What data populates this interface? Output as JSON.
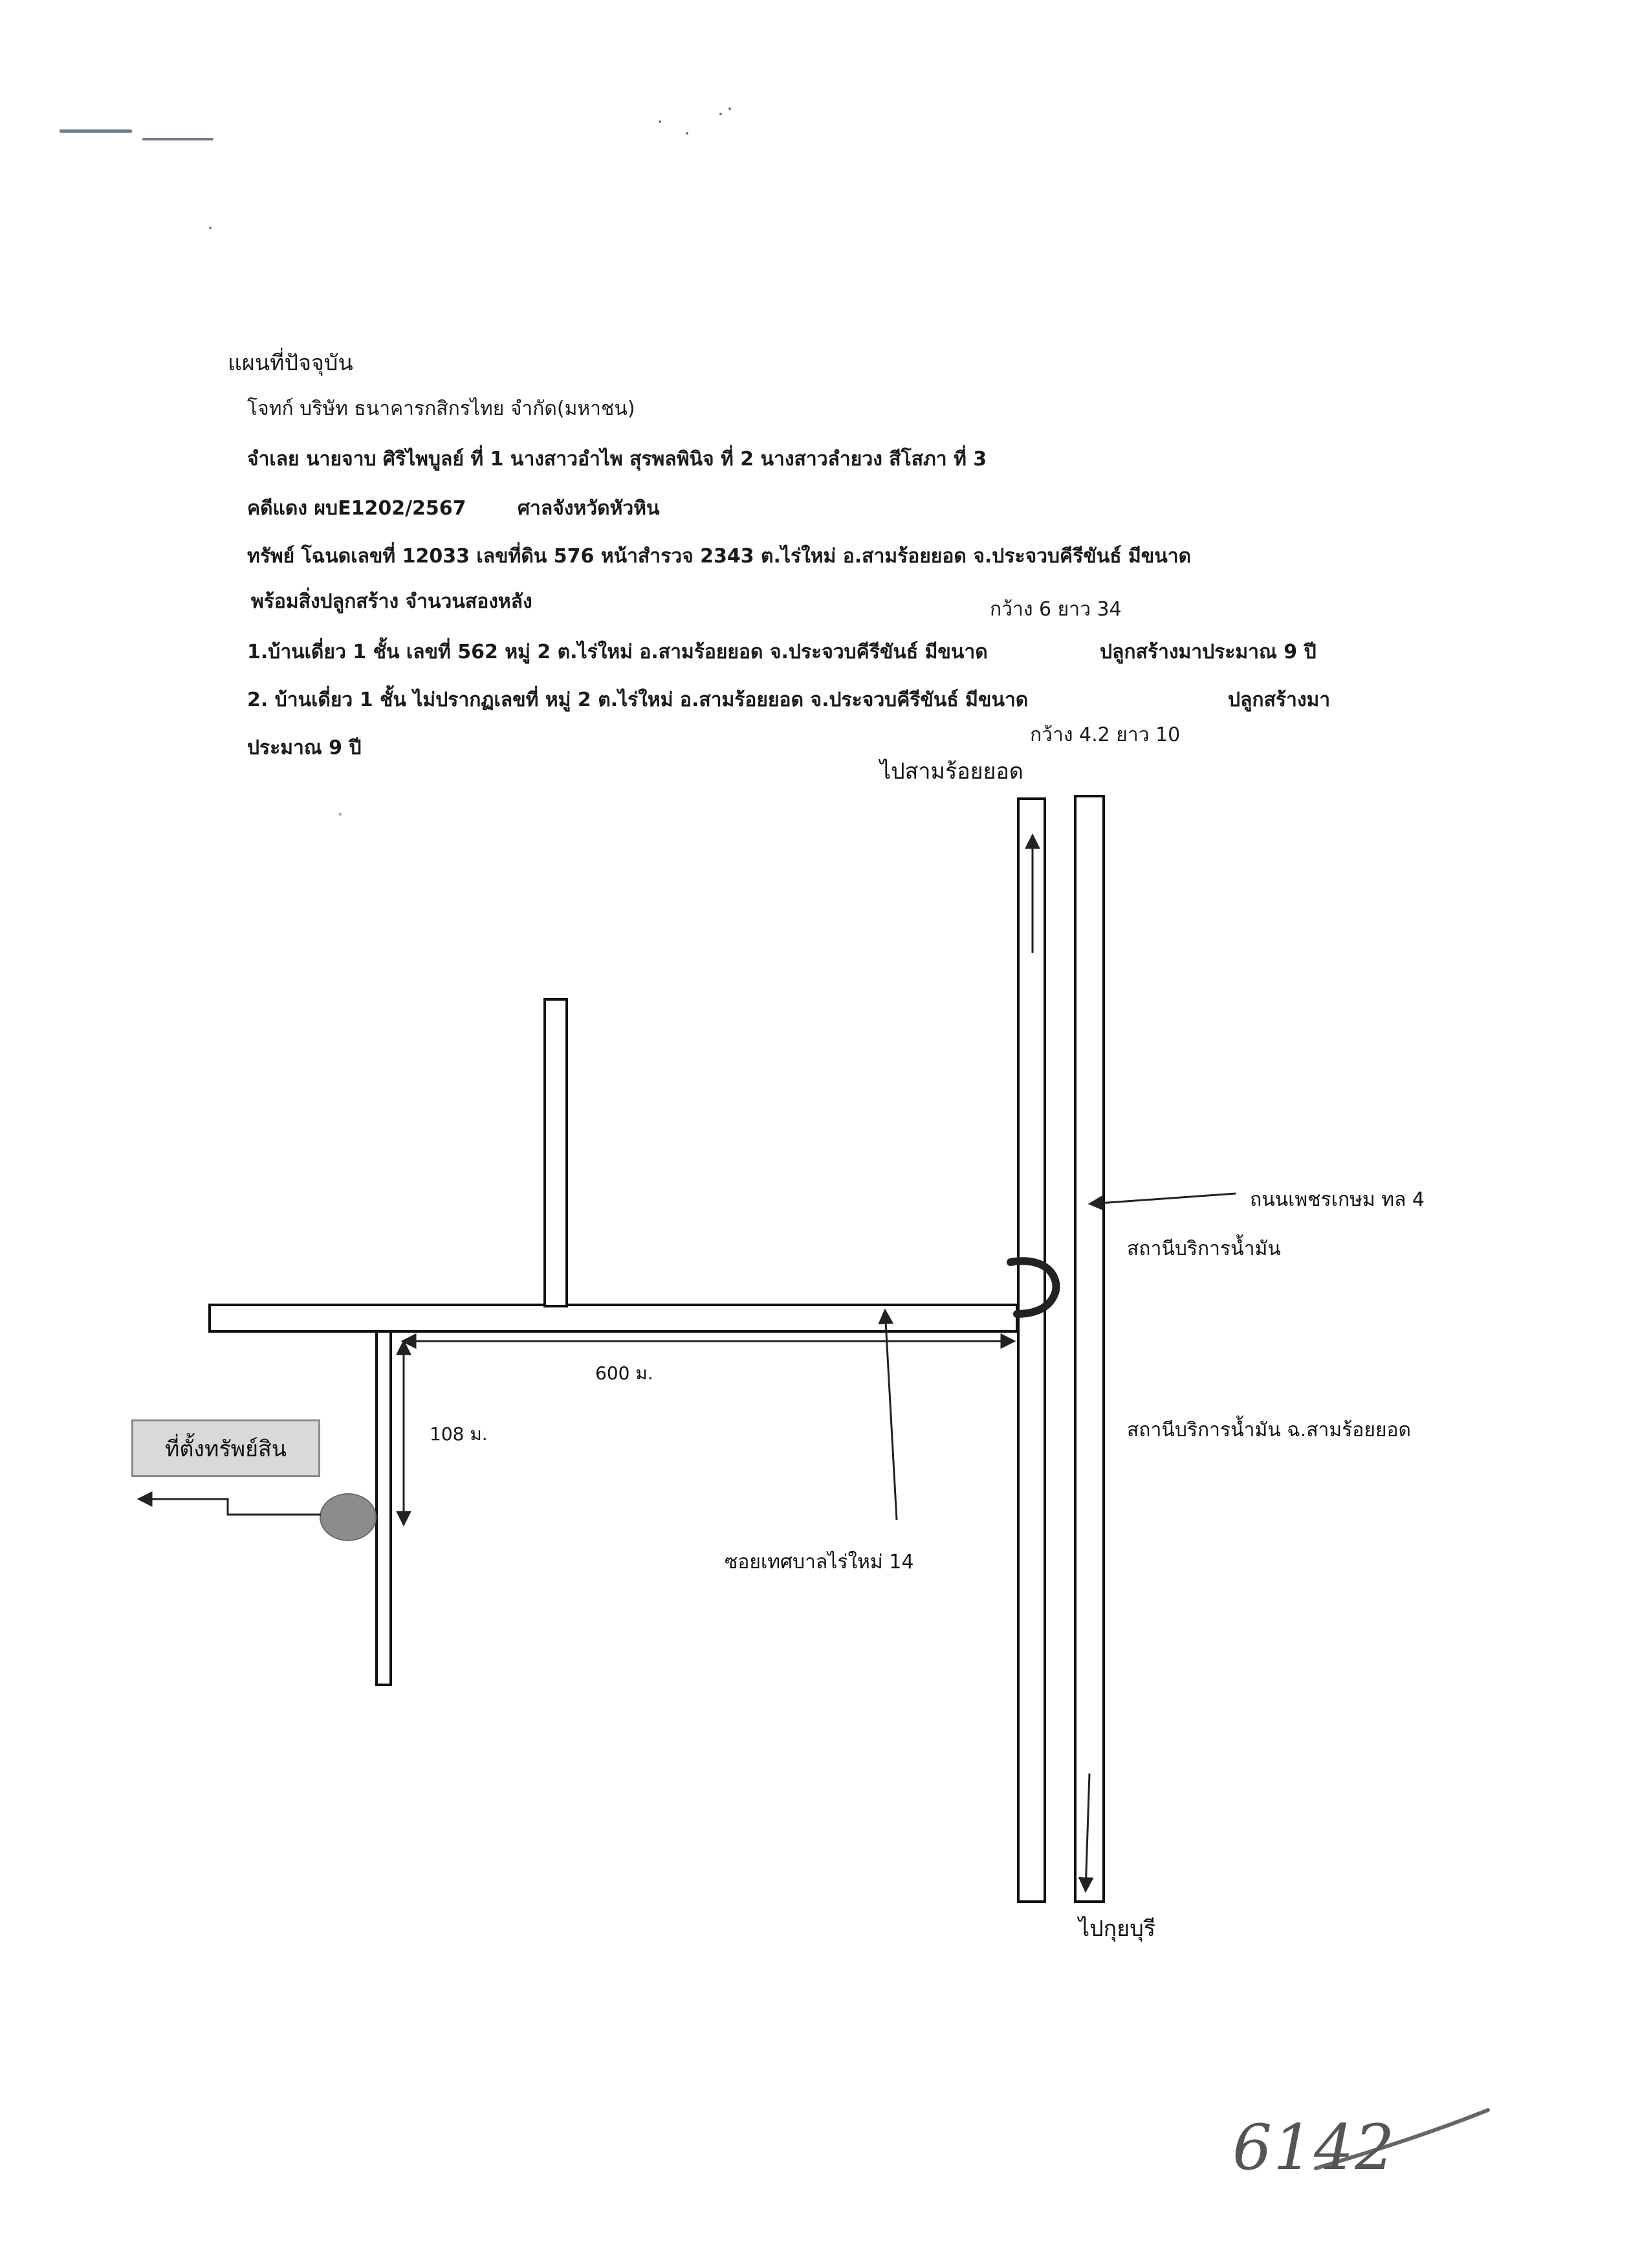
{
  "header": {
    "title": "แผนที่ปัจจุบัน",
    "plaintiff": "โจทก์ บริษัท ธนาคารกสิกรไทย  จำกัด(มหาชน)",
    "defendants": "จำเลย นายจาบ ศิริไพบูลย์ ที่ 1 นางสาวอำไพ สุรพลพินิจ ที่ 2 นางสาวลำยวง สีโสภา ที่ 3",
    "case_no": "คดีแดง ผบE1202/2567",
    "court": "ศาลจังหวัดหัวหิน",
    "property": "ทรัพย์ โฉนดเลขที่ 12033 เลขที่ดิน 576 หน้าสำรวจ 2343  ต.ไร่ใหม่ อ.สามร้อยยอด จ.ประจวบคีรีขันธ์ มีขนาด",
    "buildings": "พร้อมสิ่งปลูกสร้าง  จำนวนสองหลัง",
    "size_1": "กว้าง 6 ยาว 34",
    "house_1": "1.บ้านเดี่ยว 1 ชั้น  เลขที่ 562 หมู่ 2 ต.ไร่ใหม่ อ.สามร้อยยอด จ.ประจวบคีรีขันธ์ มีขนาด",
    "house_1_age": "ปลูกสร้างมาประมาณ 9 ปี",
    "house_2": "2. บ้านเดี่ยว 1 ชั้น ไม่ปรากฏเลขที่  หมู่ 2  ต.ไร่ใหม่ อ.สามร้อยยอด จ.ประจวบคีรีขันธ์ มีขนาด",
    "house_2_age_a": "ปลูกสร้างมา",
    "size_2": "กว้าง 4.2 ยาว 10",
    "house_2_age_b": "ประมาณ 9 ปี"
  },
  "map": {
    "to_north": "ไปสามร้อยยอด",
    "to_south": "ไปกุยบุรี",
    "highway": "ถนนเพชรเกษม ทล 4",
    "gas_station_1": "สถานีบริการน้ำมัน",
    "gas_station_2": "สถานีบริการน้ำมัน ฉ.สามร้อยยอด",
    "soi": "ซอยเทศบาลไร่ใหม่ 14",
    "dist_horizontal": "600 ม.",
    "dist_vertical": "108 ม.",
    "property_location": "ที่ตั้งทรัพย์สิน"
  },
  "handwritten": "6142"
}
